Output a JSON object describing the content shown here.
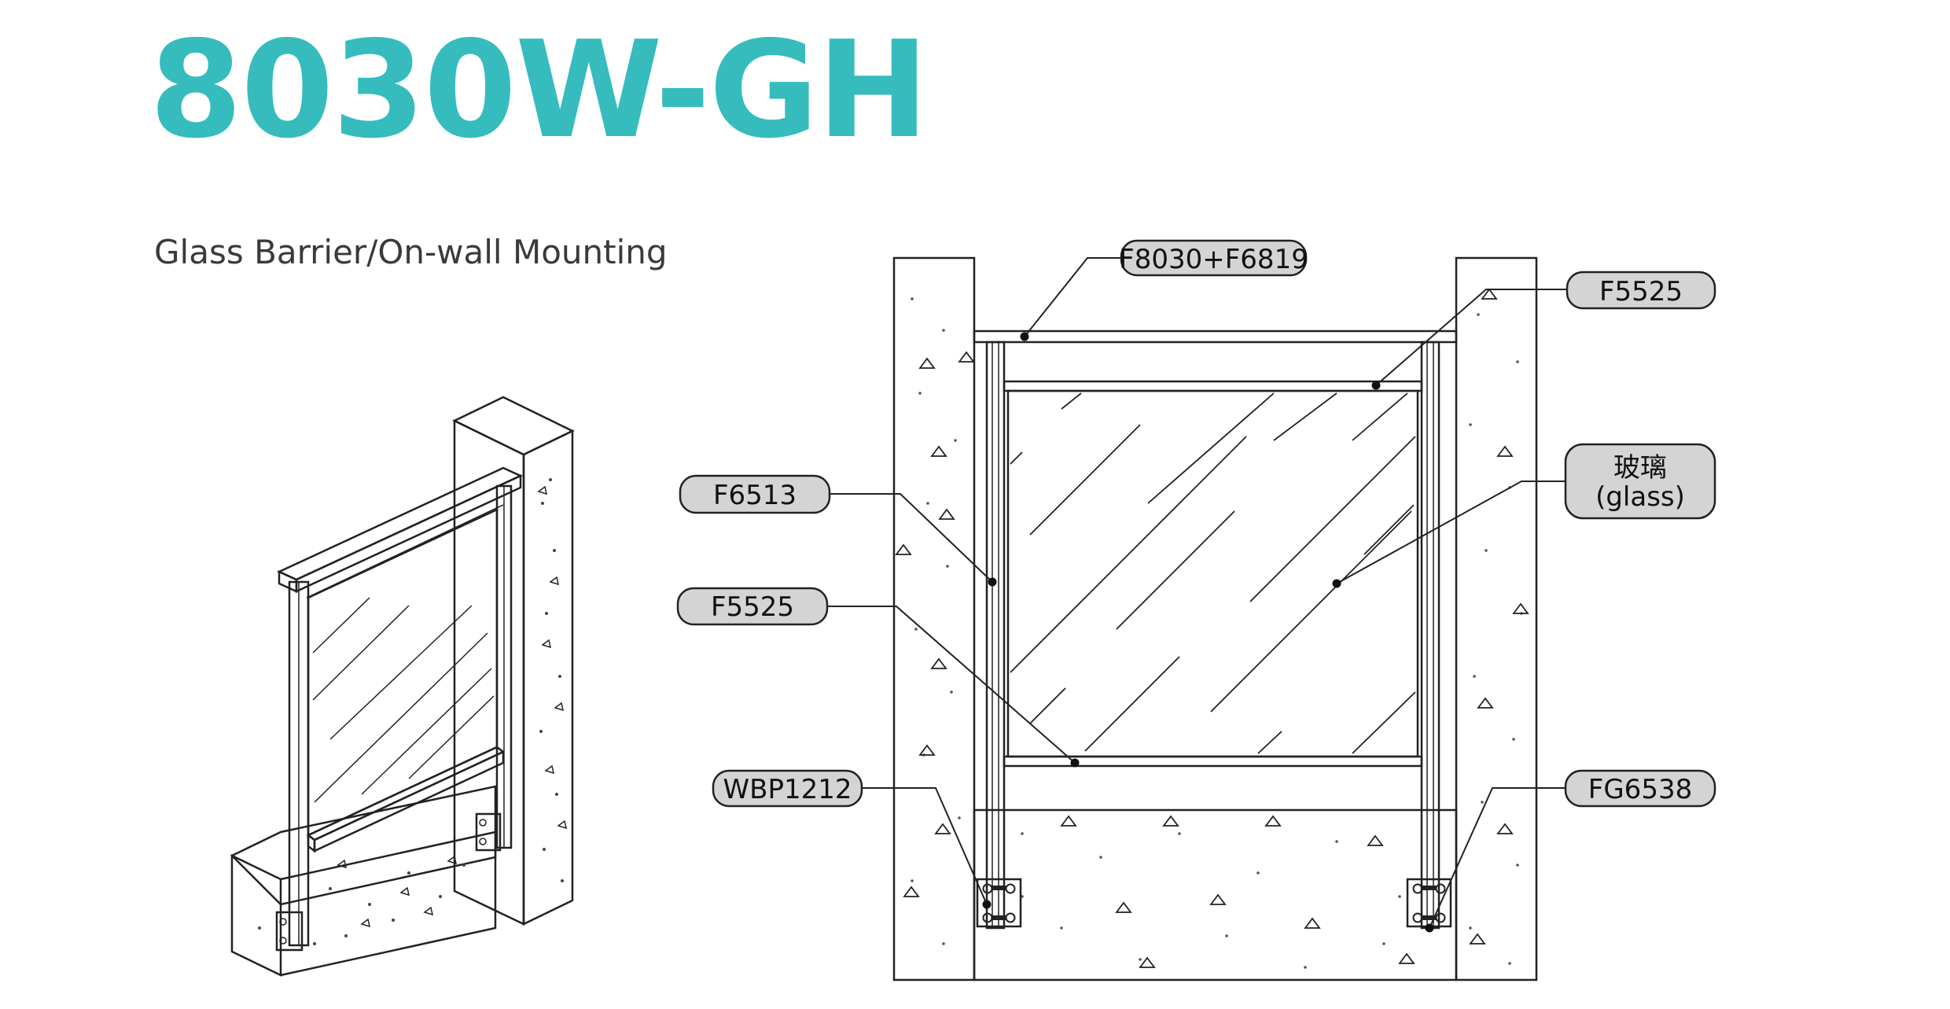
{
  "header": {
    "title": "8030W-GH",
    "subtitle": "Glass Barrier/On-wall Mounting"
  },
  "colors": {
    "title": "#36bcbd",
    "callout_fill": "#d4d4d4",
    "line": "#222222"
  },
  "callouts": {
    "top_rail": "F8030+F6819",
    "rail_right": "F5525",
    "glass_cn": "玻璃",
    "glass_en": "(glass)",
    "post": "F6513",
    "bottom_rail": "F5525",
    "bracket_left": "WBP1212",
    "bracket_right": "FG6538"
  }
}
